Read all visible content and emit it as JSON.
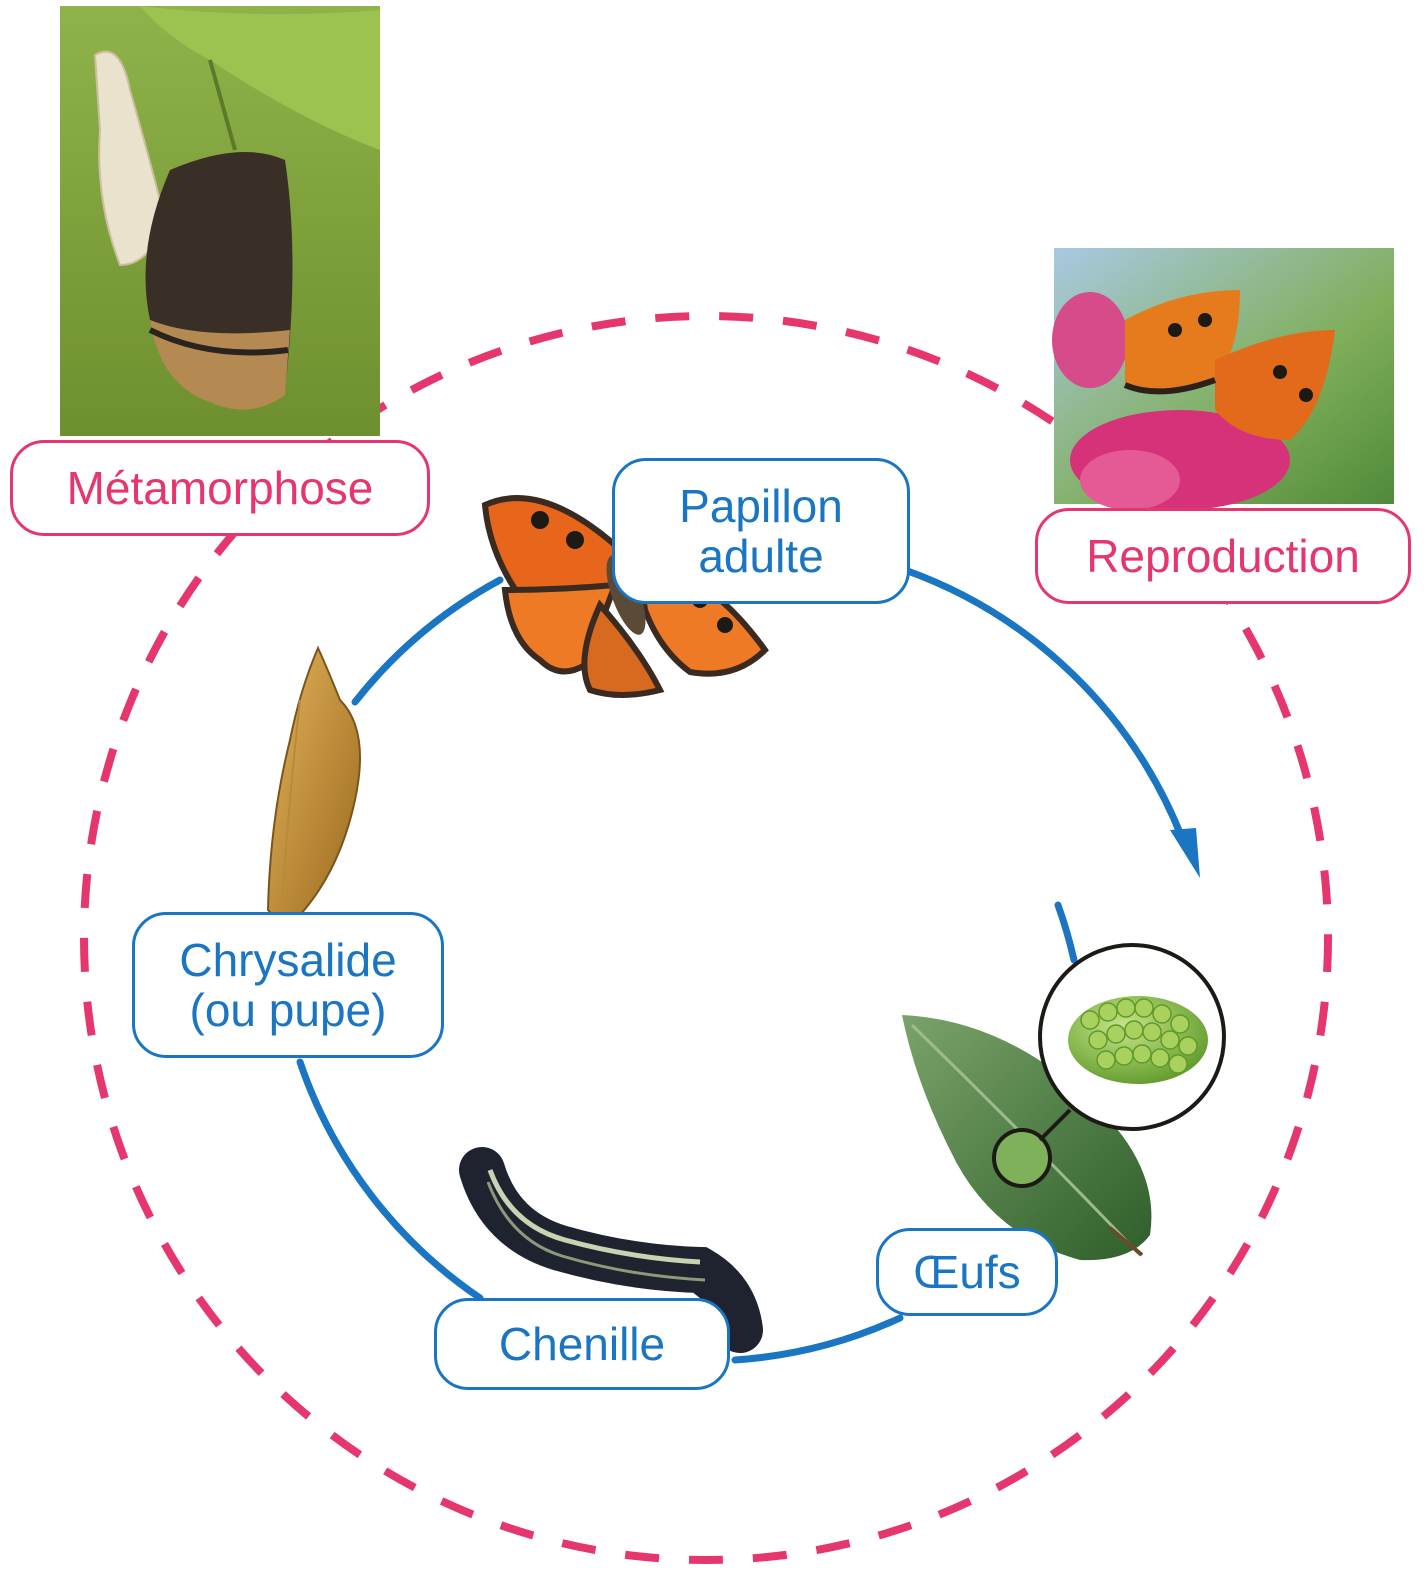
{
  "stages": {
    "adult": "Papillon\nadulte",
    "eggs": "Œufs",
    "caterpillar": "Chenille",
    "pupa": "Chrysalide\n(ou pupe)"
  },
  "phases": {
    "metamorphosis": "Métamorphose",
    "reproduction": "Reproduction"
  },
  "colors": {
    "cycle": "#1a76c2",
    "phase": "#e5376e"
  },
  "icons": [
    "butterfly-icon",
    "eggs-on-leaf-icon",
    "eggs-magnifier-icon",
    "caterpillar-icon",
    "chrysalis-icon",
    "emerging-butterfly-photo",
    "mating-butterflies-photo"
  ]
}
